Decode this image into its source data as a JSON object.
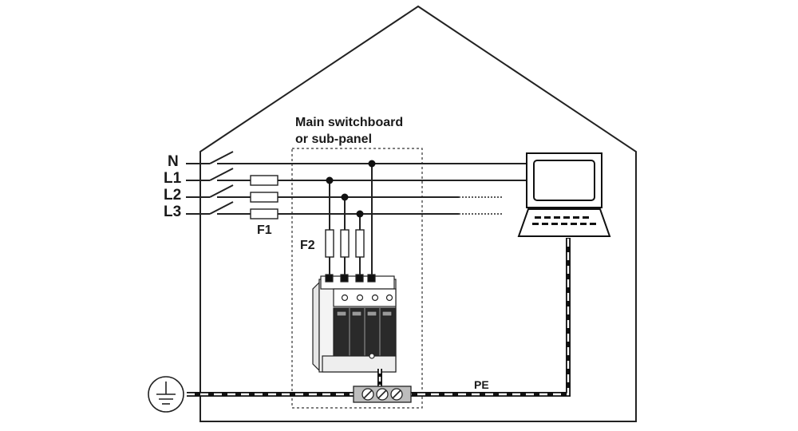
{
  "panel": {
    "title_line1": "Main switchboard",
    "title_line2": "or sub-panel"
  },
  "conductors": [
    {
      "id": "n",
      "label": "N"
    },
    {
      "id": "l1",
      "label": "L1"
    },
    {
      "id": "l2",
      "label": "L2"
    },
    {
      "id": "l3",
      "label": "L3"
    }
  ],
  "fuses": {
    "f1": "F1",
    "f2": "F2"
  },
  "protective_earth": "PE",
  "icons": [
    "house-outline",
    "computer-icon",
    "surge-protective-device",
    "earth-ground-icon",
    "terminal-block"
  ]
}
